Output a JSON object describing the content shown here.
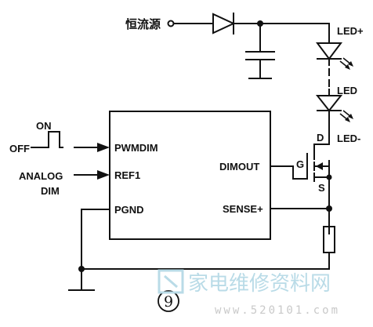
{
  "labels": {
    "source": "恒流源",
    "led_plus": "LED+",
    "led": "LED",
    "led_minus": "LED-",
    "off": "OFF",
    "on": "ON",
    "analog": "ANALOG",
    "dim": "DIM",
    "pwmdim": "PWMDIM",
    "ref1": "REF1",
    "pgnd": "PGND",
    "dimout": "DIMOUT",
    "sense": "SENSE+",
    "gate": "G",
    "drain": "D",
    "source_pin": "S"
  },
  "figure_number": "9",
  "watermark": {
    "text": "家电维修资料网",
    "url": "www.520101.com"
  },
  "colors": {
    "line": "#111111",
    "watermark_cn": "#b9dbe7",
    "watermark_num": "#c9c9c9"
  }
}
